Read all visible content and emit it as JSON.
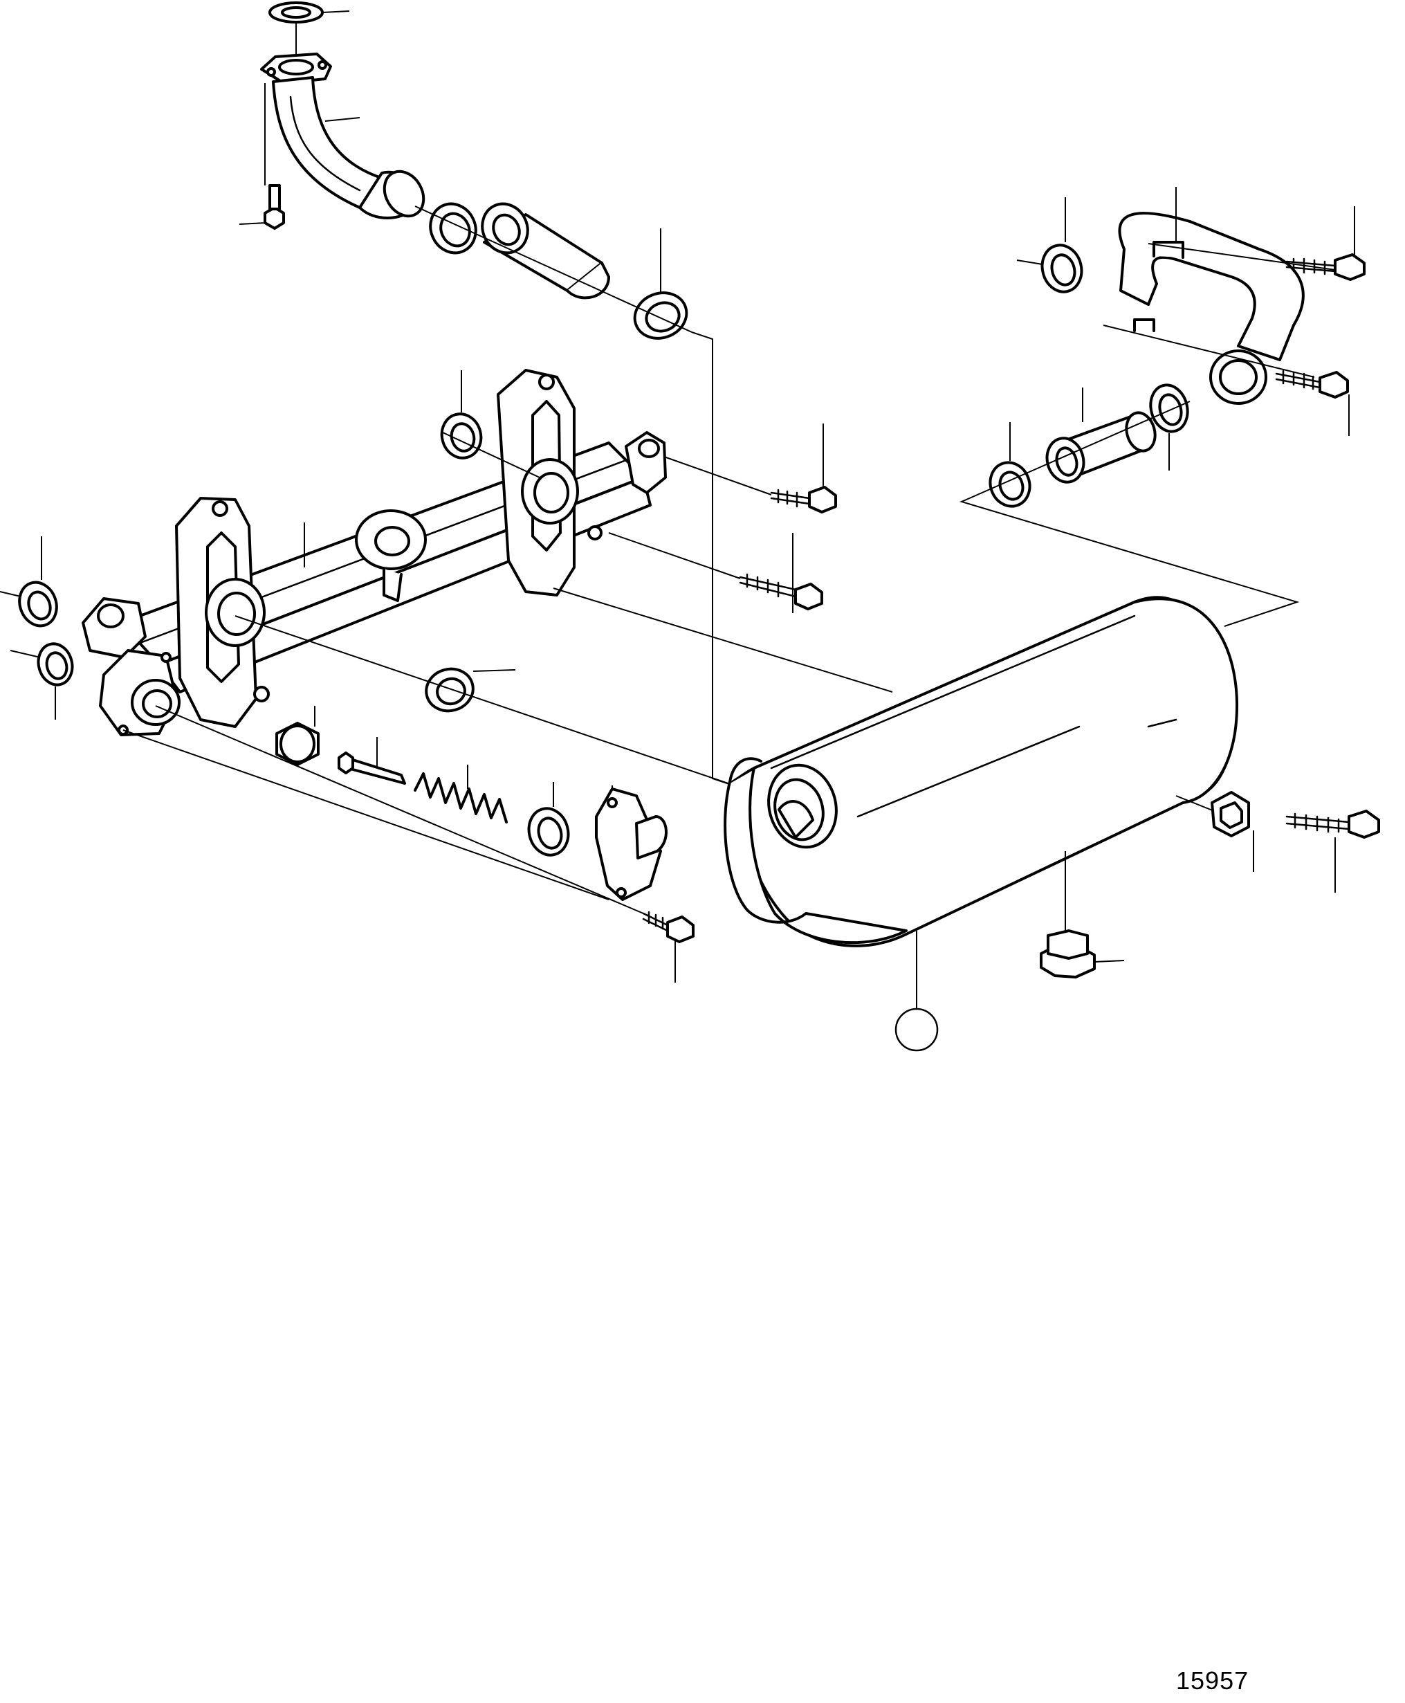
{
  "figure": {
    "number": "15957"
  },
  "colors": {
    "line": "#000000",
    "background": "#ffffff"
  },
  "parts": [
    "washer",
    "elbow-pipe-with-flange",
    "flange-screw",
    "seal-ring",
    "connecting-pipe",
    "o-ring",
    "u-bend-pipe",
    "pipe-screw",
    "manifold",
    "manifold-screw",
    "thermostat-housing-cover",
    "plunger",
    "spring",
    "sleeve",
    "cover-screw",
    "heat-exchanger",
    "bracket",
    "bracket-screw",
    "drain-plug",
    "reference-callout"
  ]
}
